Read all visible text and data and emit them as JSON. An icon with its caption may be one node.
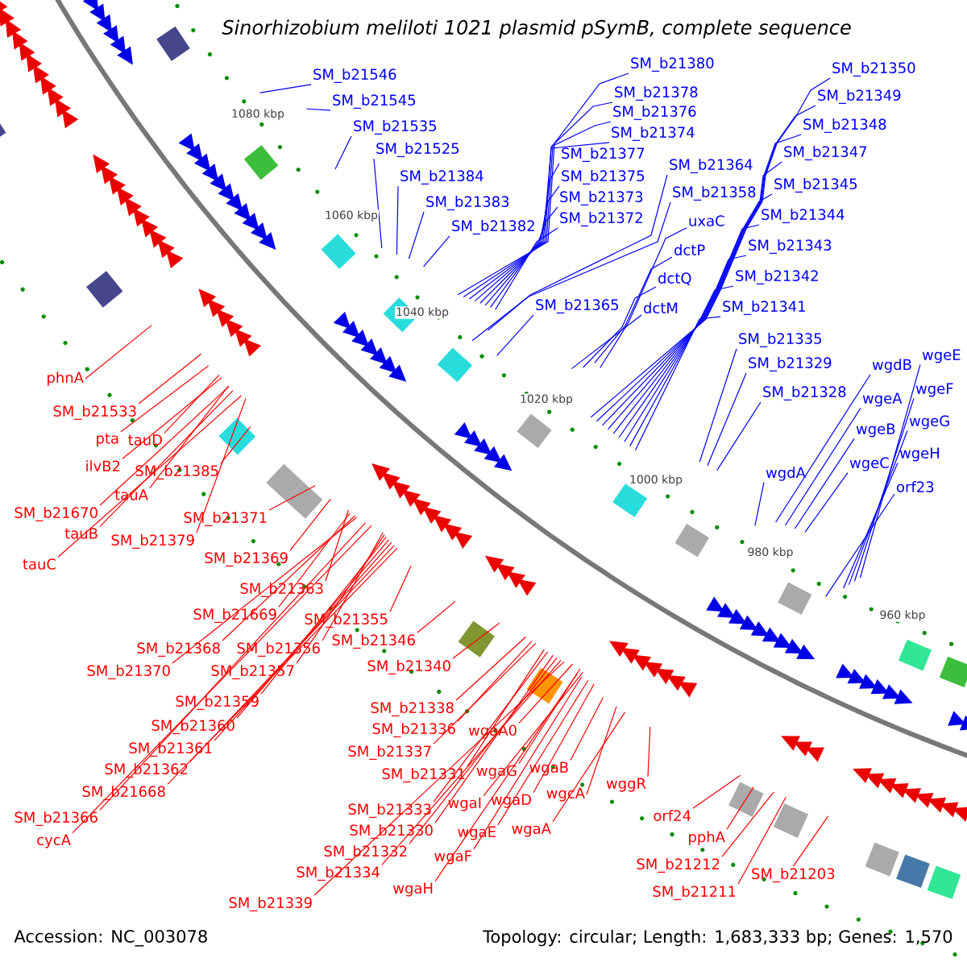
{
  "diagram": {
    "title": "Sinorhizobium meliloti 1021 plasmid pSymB, complete sequence",
    "nodes": [
      {
        "text": [
          "SM_b21546"
        ]
      },
      {
        "text": [
          "SM_b21545"
        ]
      },
      {
        "text": [
          "SM_b21535"
        ]
      },
      {
        "text": [
          "SM_b21525"
        ]
      },
      {
        "text": [
          "SM_b21384"
        ]
      },
      {
        "text": [
          "SM_b21383"
        ]
      },
      {
        "text": [
          "SM_b21382"
        ]
      },
      {
        "text": [
          "SM_b21380"
        ]
      },
      {
        "text": [
          "SM_b21378"
        ]
      },
      {
        "text": [
          "SM_b21376"
        ]
      },
      {
        "text": [
          "SM_b21374"
        ]
      },
      {
        "text": [
          "SM_b21377"
        ]
      },
      {
        "text": [
          "SM_b21375"
        ]
      },
      {
        "text": [
          "SM_b21373"
        ]
      },
      {
        "text": [
          "SM_b21372"
        ]
      },
      {
        "text": [
          "SM_b21364"
        ]
      },
      {
        "text": [
          "SM_b21358"
        ]
      },
      {
        "text": [
          "uxaC"
        ]
      },
      {
        "text": [
          "dctP"
        ]
      },
      {
        "text": [
          "dctQ"
        ]
      },
      {
        "text": [
          "dctM"
        ]
      },
      {
        "text": [
          "SM_b21365"
        ]
      },
      {
        "text": [
          "SM_b21350"
        ]
      },
      {
        "text": [
          "SM_b21349"
        ]
      },
      {
        "text": [
          "SM_b21348"
        ]
      },
      {
        "text": [
          "SM_b21347"
        ]
      },
      {
        "text": [
          "SM_b21345"
        ]
      },
      {
        "text": [
          "SM_b21344"
        ]
      },
      {
        "text": [
          "SM_b21343"
        ]
      },
      {
        "text": [
          "SM_b21342"
        ]
      },
      {
        "text": [
          "SM_b21341"
        ]
      },
      {
        "text": [
          "SM_b21335"
        ]
      },
      {
        "text": [
          "SM_b21329"
        ]
      },
      {
        "text": [
          "SM_b21328"
        ]
      },
      {
        "text": [
          "wgdB"
        ]
      },
      {
        "text": [
          "wgeE"
        ]
      },
      {
        "text": [
          "wgeA"
        ]
      },
      {
        "text": [
          "wgeF"
        ]
      },
      {
        "text": [
          "wgeB"
        ]
      },
      {
        "text": [
          "wgeG"
        ]
      },
      {
        "text": [
          "wgeC"
        ]
      },
      {
        "text": [
          "wgeH"
        ]
      },
      {
        "text": [
          "wgdA"
        ]
      },
      {
        "text": [
          "orf23"
        ]
      },
      {
        "text": [
          "phnA"
        ]
      },
      {
        "text": [
          "SM_b21533"
        ]
      },
      {
        "text": [
          "pta"
        ]
      },
      {
        "text": [
          "tauD"
        ]
      },
      {
        "text": [
          "ilvB2"
        ]
      },
      {
        "text": [
          "SM_b21385"
        ]
      },
      {
        "text": [
          "tauA"
        ]
      },
      {
        "text": [
          "SM_b21670"
        ]
      },
      {
        "text": [
          "tauB"
        ]
      },
      {
        "text": [
          "SM_b21379"
        ]
      },
      {
        "text": [
          "tauC"
        ]
      },
      {
        "text": [
          "SM_b21371"
        ]
      },
      {
        "text": [
          "SM_b21369"
        ]
      },
      {
        "text": [
          "SM_b21363"
        ]
      },
      {
        "text": [
          "SM_b21669"
        ]
      },
      {
        "text": [
          "SM_b21355"
        ]
      },
      {
        "text": [
          "SM_b21368"
        ]
      },
      {
        "text": [
          "SM_b21356"
        ]
      },
      {
        "text": [
          "SM_b21346"
        ]
      },
      {
        "text": [
          "SM_b21370"
        ]
      },
      {
        "text": [
          "SM_b21357"
        ]
      },
      {
        "text": [
          "SM_b21340"
        ]
      },
      {
        "text": [
          "SM_b21359"
        ]
      },
      {
        "text": [
          "SM_b21360"
        ]
      },
      {
        "text": [
          "SM_b21361"
        ]
      },
      {
        "text": [
          "SM_b21362"
        ]
      },
      {
        "text": [
          "SM_b21668"
        ]
      },
      {
        "text": [
          "SM_b21366"
        ]
      },
      {
        "text": [
          "cycA"
        ]
      },
      {
        "text": [
          "SM_b21338"
        ]
      },
      {
        "text": [
          "SM_b21336"
        ]
      },
      {
        "text": [
          "SM_b21337"
        ]
      },
      {
        "text": [
          "SM_b21331"
        ]
      },
      {
        "text": [
          "SM_b21333"
        ]
      },
      {
        "text": [
          "SM_b21330"
        ]
      },
      {
        "text": [
          "SM_b21332"
        ]
      },
      {
        "text": [
          "SM_b21334"
        ]
      },
      {
        "text": [
          "SM_b21339"
        ]
      },
      {
        "text": [
          "wgaA0"
        ]
      },
      {
        "text": [
          "wgaG"
        ]
      },
      {
        "text": [
          "wgaB"
        ]
      },
      {
        "text": [
          "wgaI"
        ]
      },
      {
        "text": [
          "wgaD"
        ]
      },
      {
        "text": [
          "wgcA"
        ]
      },
      {
        "text": [
          "wggR"
        ]
      },
      {
        "text": [
          "wgaE"
        ]
      },
      {
        "text": [
          "wgaA"
        ]
      },
      {
        "text": [
          "wgaF"
        ]
      },
      {
        "text": [
          "wgaH"
        ]
      },
      {
        "text": [
          "orf24"
        ]
      },
      {
        "text": [
          "pphA"
        ]
      },
      {
        "text": [
          "SM_b21212"
        ]
      },
      {
        "text": [
          "SM_b21211"
        ]
      },
      {
        "text": [
          "SM_b21203"
        ]
      }
    ],
    "edges": [
      {
        "from": 0,
        "to": null,
        "arrow": "none",
        "color": "#0000ff"
      },
      {
        "from": 1,
        "to": null,
        "arrow": "none",
        "color": "#0000ff"
      },
      {
        "from": 2,
        "to": null,
        "arrow": "none",
        "color": "#0000ff"
      },
      {
        "from": 3,
        "to": null,
        "arrow": "none",
        "color": "#0000ff"
      },
      {
        "from": 4,
        "to": null,
        "arrow": "none",
        "color": "#0000ff"
      },
      {
        "from": 5,
        "to": null,
        "arrow": "none",
        "color": "#0000ff"
      },
      {
        "from": 6,
        "to": null,
        "arrow": "none",
        "color": "#0000ff"
      },
      {
        "from": 7,
        "to": null,
        "arrow": "none",
        "color": "#0000ff"
      },
      {
        "from": 8,
        "to": null,
        "arrow": "none",
        "color": "#0000ff"
      },
      {
        "from": 9,
        "to": null,
        "arrow": "none",
        "color": "#0000ff"
      },
      {
        "from": 10,
        "to": null,
        "arrow": "none",
        "color": "#0000ff"
      },
      {
        "from": 11,
        "to": null,
        "arrow": "none",
        "color": "#0000ff"
      },
      {
        "from": 12,
        "to": null,
        "arrow": "none",
        "color": "#0000ff"
      },
      {
        "from": 13,
        "to": null,
        "arrow": "none",
        "color": "#0000ff"
      },
      {
        "from": 14,
        "to": null,
        "arrow": "none",
        "color": "#0000ff"
      },
      {
        "from": 15,
        "to": null,
        "arrow": "none",
        "color": "#0000ff"
      },
      {
        "from": 16,
        "to": null,
        "arrow": "none",
        "color": "#0000ff"
      },
      {
        "from": 17,
        "to": null,
        "arrow": "none",
        "color": "#0000ff"
      },
      {
        "from": 18,
        "to": null,
        "arrow": "none",
        "color": "#0000ff"
      },
      {
        "from": 19,
        "to": null,
        "arrow": "none",
        "color": "#0000ff"
      },
      {
        "from": 20,
        "to": null,
        "arrow": "none",
        "color": "#0000ff"
      },
      {
        "from": 21,
        "to": null,
        "arrow": "none",
        "color": "#0000ff"
      },
      {
        "from": 22,
        "to": null,
        "arrow": "none",
        "color": "#0000ff"
      },
      {
        "from": 23,
        "to": null,
        "arrow": "none",
        "color": "#0000ff"
      },
      {
        "from": 24,
        "to": null,
        "arrow": "none",
        "color": "#0000ff"
      },
      {
        "from": 25,
        "to": null,
        "arrow": "none",
        "color": "#0000ff"
      },
      {
        "from": 26,
        "to": null,
        "arrow": "none",
        "color": "#0000ff"
      },
      {
        "from": 27,
        "to": null,
        "arrow": "none",
        "color": "#0000ff"
      },
      {
        "from": 28,
        "to": null,
        "arrow": "none",
        "color": "#0000ff"
      },
      {
        "from": 29,
        "to": null,
        "arrow": "none",
        "color": "#0000ff"
      },
      {
        "from": 30,
        "to": null,
        "arrow": "none",
        "color": "#0000ff"
      },
      {
        "from": 31,
        "to": null,
        "arrow": "none",
        "color": "#0000ff"
      },
      {
        "from": 32,
        "to": null,
        "arrow": "none",
        "color": "#0000ff"
      },
      {
        "from": 33,
        "to": null,
        "arrow": "none",
        "color": "#0000ff"
      },
      {
        "from": 34,
        "to": null,
        "arrow": "none",
        "color": "#0000ff"
      },
      {
        "from": 35,
        "to": null,
        "arrow": "none",
        "color": "#0000ff"
      },
      {
        "from": 36,
        "to": null,
        "arrow": "none",
        "color": "#0000ff"
      },
      {
        "from": 37,
        "to": null,
        "arrow": "none",
        "color": "#0000ff"
      },
      {
        "from": 38,
        "to": null,
        "arrow": "none",
        "color": "#0000ff"
      },
      {
        "from": 39,
        "to": null,
        "arrow": "none",
        "color": "#0000ff"
      },
      {
        "from": 40,
        "to": null,
        "arrow": "none",
        "color": "#0000ff"
      },
      {
        "from": 41,
        "to": null,
        "arrow": "none",
        "color": "#0000ff"
      },
      {
        "from": 42,
        "to": null,
        "arrow": "none",
        "color": "#0000ff"
      },
      {
        "from": 43,
        "to": null,
        "arrow": "none",
        "color": "#0000ff"
      },
      {
        "from": 44,
        "to": null,
        "arrow": "none"
      },
      {
        "from": 45,
        "to": null,
        "arrow": "none"
      },
      {
        "from": 46,
        "to": null,
        "arrow": "none"
      },
      {
        "from": 47,
        "to": null,
        "arrow": "none"
      },
      {
        "from": 48,
        "to": null,
        "arrow": "none"
      },
      {
        "from": 49,
        "to": null,
        "arrow": "none"
      },
      {
        "from": 50,
        "to": null,
        "arrow": "none"
      },
      {
        "from": 51,
        "to": null,
        "arrow": "none"
      },
      {
        "from": 52,
        "to": null,
        "arrow": "none"
      },
      {
        "from": 53,
        "to": null,
        "arrow": "none"
      },
      {
        "from": 54,
        "to": null,
        "arrow": "none"
      },
      {
        "from": 55,
        "to": null,
        "arrow": "none"
      },
      {
        "from": 56,
        "to": null,
        "arrow": "none"
      },
      {
        "from": 57,
        "to": null,
        "arrow": "none"
      },
      {
        "from": 58,
        "to": null,
        "arrow": "none"
      },
      {
        "from": 59,
        "to": null,
        "arrow": "none"
      },
      {
        "from": 60,
        "to": null,
        "arrow": "none"
      },
      {
        "from": 61,
        "to": null,
        "arrow": "none"
      },
      {
        "from": 62,
        "to": null,
        "arrow": "none"
      },
      {
        "from": 63,
        "to": null,
        "arrow": "none"
      },
      {
        "from": 64,
        "to": null,
        "arrow": "none"
      },
      {
        "from": 65,
        "to": null,
        "arrow": "none"
      },
      {
        "from": 66,
        "to": null,
        "arrow": "none"
      },
      {
        "from": 67,
        "to": null,
        "arrow": "none"
      },
      {
        "from": 68,
        "to": null,
        "arrow": "none"
      },
      {
        "from": 69,
        "to": null,
        "arrow": "none"
      },
      {
        "from": 70,
        "to": null,
        "arrow": "none"
      },
      {
        "from": 71,
        "to": null,
        "arrow": "none"
      },
      {
        "from": 72,
        "to": null,
        "arrow": "none"
      },
      {
        "from": 73,
        "to": null,
        "arrow": "none"
      },
      {
        "from": 74,
        "to": null,
        "arrow": "none"
      },
      {
        "from": 75,
        "to": null,
        "arrow": "none"
      },
      {
        "from": 76,
        "to": null,
        "arrow": "none"
      },
      {
        "from": 77,
        "to": null,
        "arrow": "none"
      },
      {
        "from": 78,
        "to": null,
        "arrow": "none"
      },
      {
        "from": 79,
        "to": null,
        "arrow": "none"
      },
      {
        "from": 80,
        "to": null,
        "arrow": "none"
      },
      {
        "from": 81,
        "to": null,
        "arrow": "none"
      },
      {
        "from": 82,
        "to": null,
        "arrow": "none"
      },
      {
        "from": 83,
        "to": null,
        "arrow": "none"
      },
      {
        "from": 84,
        "to": null,
        "arrow": "none"
      },
      {
        "from": 85,
        "to": null,
        "arrow": "none"
      },
      {
        "from": 86,
        "to": null,
        "arrow": "none"
      },
      {
        "from": 87,
        "to": null,
        "arrow": "none"
      },
      {
        "from": 88,
        "to": null,
        "arrow": "none"
      },
      {
        "from": 89,
        "to": null,
        "arrow": "none"
      },
      {
        "from": 90,
        "to": null,
        "arrow": "none"
      },
      {
        "from": 91,
        "to": null,
        "arrow": "none"
      },
      {
        "from": 92,
        "to": null,
        "arrow": "none"
      },
      {
        "from": 93,
        "to": null,
        "arrow": "none"
      },
      {
        "from": 94,
        "to": null,
        "arrow": "none"
      },
      {
        "from": 95,
        "to": null,
        "arrow": "none"
      },
      {
        "from": 96,
        "to": null,
        "arrow": "none"
      },
      {
        "from": 97,
        "to": null,
        "arrow": "none"
      }
    ],
    "labels": [
      "1080 kbp",
      "1060 kbp",
      "1040 kbp",
      "1020 kbp",
      "1000 kbp",
      "980 kbp",
      "960 kbp",
      "Accession: NC_003078",
      "Topology: circular; Length: 1,683,333 bp; Genes: 1,570"
    ]
  }
}
